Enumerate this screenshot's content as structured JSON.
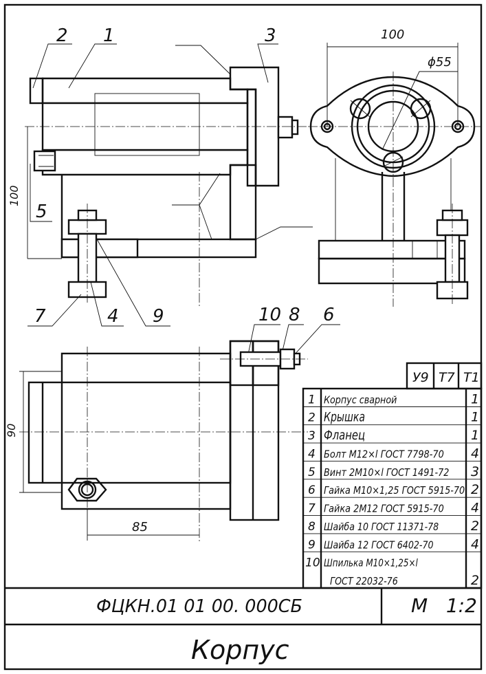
{
  "drawing": {
    "callouts": [
      {
        "id": "2",
        "label": "2"
      },
      {
        "id": "1",
        "label": "1"
      },
      {
        "id": "3",
        "label": "3"
      },
      {
        "id": "5",
        "label": "5"
      },
      {
        "id": "7",
        "label": "7"
      },
      {
        "id": "4",
        "label": "4"
      },
      {
        "id": "9",
        "label": "9"
      },
      {
        "id": "10",
        "label": "10"
      },
      {
        "id": "8",
        "label": "8"
      },
      {
        "id": "6",
        "label": "6"
      }
    ],
    "dimensions": {
      "width_top": "100",
      "diameter": "ϕ55",
      "height_left": "100",
      "height_plan": "90",
      "length_plan": "85"
    }
  },
  "table": {
    "headers": [
      "У9",
      "Т7",
      "Т1"
    ],
    "rows": [
      {
        "num": "1",
        "name": "Корпус сварной",
        "qty": "1"
      },
      {
        "num": "2",
        "name": "Крышка",
        "qty": "1"
      },
      {
        "num": "3",
        "name": "Фланец",
        "qty": "1"
      },
      {
        "num": "4",
        "name": "Болт М12×l ГОСТ 7798-70",
        "qty": "4"
      },
      {
        "num": "5",
        "name": "Винт 2М10×l ГОСТ 1491-72",
        "qty": "3"
      },
      {
        "num": "6",
        "name": "Гайка М10×1,25 ГОСТ 5915-70",
        "qty": "2"
      },
      {
        "num": "7",
        "name": "Гайка 2М12 ГОСТ 5915-70",
        "qty": "4"
      },
      {
        "num": "8",
        "name": "Шайба 10 ГОСТ 11371-78",
        "qty": "2"
      },
      {
        "num": "9",
        "name": "Шайба 12 ГОСТ 6402-70",
        "qty": "4"
      },
      {
        "num": "10",
        "name": "Шпилька М10×1,25×l",
        "qty": ""
      },
      {
        "num": "",
        "name": "ГОСТ 22032-76",
        "qty": "2"
      }
    ]
  },
  "title_block": {
    "designation": "ФЦКН.01 01 00. 000СБ",
    "scale": "М   1:2",
    "name": "Корпус"
  }
}
